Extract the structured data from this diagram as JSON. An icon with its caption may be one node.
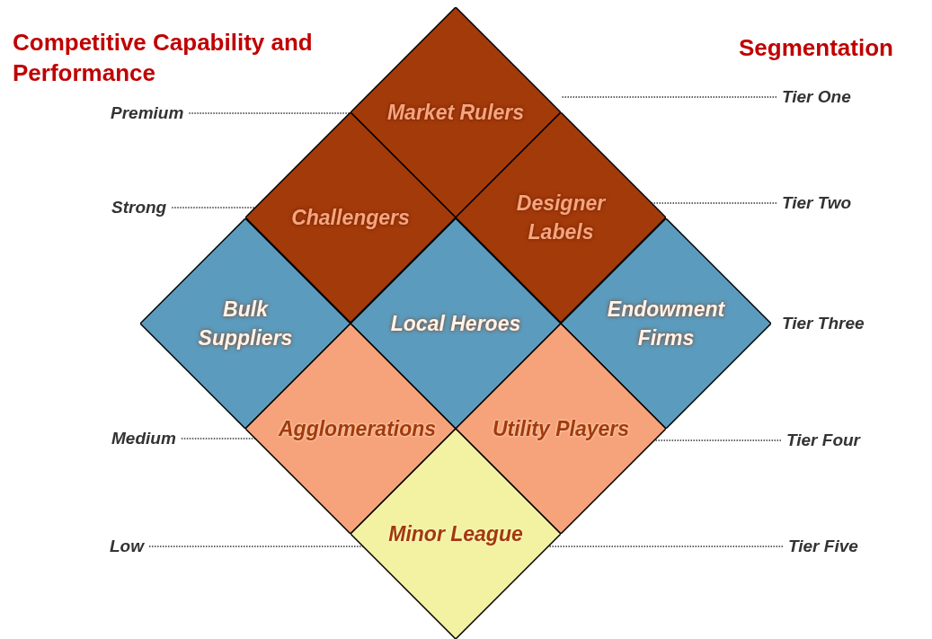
{
  "diagram": {
    "nodes": [
      {
        "text": [
          "Market Rulers"
        ]
      },
      {
        "text": [
          "Challengers"
        ]
      },
      {
        "text": [
          "Designer Labels"
        ]
      },
      {
        "text": [
          "Bulk Suppliers"
        ]
      },
      {
        "text": [
          "Local Heroes"
        ]
      },
      {
        "text": [
          "Endowment Firms"
        ]
      },
      {
        "text": [
          "Agglomerations"
        ]
      },
      {
        "text": [
          "Utility Players"
        ]
      },
      {
        "text": [
          "Minor League"
        ]
      },
      {
        "text": [
          "Premium"
        ]
      },
      {
        "text": [
          "Strong"
        ]
      },
      {
        "text": [
          "Medium"
        ]
      },
      {
        "text": [
          "Low"
        ]
      },
      {
        "text": [
          "Tier One"
        ]
      },
      {
        "text": [
          "Tier Two"
        ]
      },
      {
        "text": [
          "Tier Four"
        ]
      },
      {
        "text": [
          "Tier Five"
        ]
      }
    ],
    "edges": [
      {
        "from": 9,
        "to": 1,
        "arrow": "none",
        "style": "dashed"
      },
      {
        "from": 10,
        "to": 1,
        "arrow": "none",
        "style": "dashed"
      },
      {
        "from": 11,
        "to": 6,
        "arrow": "none",
        "style": "dashed"
      },
      {
        "from": 12,
        "to": 8,
        "arrow": "none",
        "style": "dashed"
      },
      {
        "from": 13,
        "to": null,
        "arrow": "none",
        "style": "dashed"
      },
      {
        "from": 14,
        "to": 2,
        "arrow": "none",
        "style": "dashed"
      },
      {
        "from": 15,
        "to": 7,
        "arrow": "none",
        "style": "dashed"
      },
      {
        "from": 16,
        "to": 8,
        "arrow": "none",
        "style": "dashed"
      }
    ],
    "labels": [
      "Competitive Capability and Performance",
      "Segmentation",
      "Tier Three"
    ]
  }
}
